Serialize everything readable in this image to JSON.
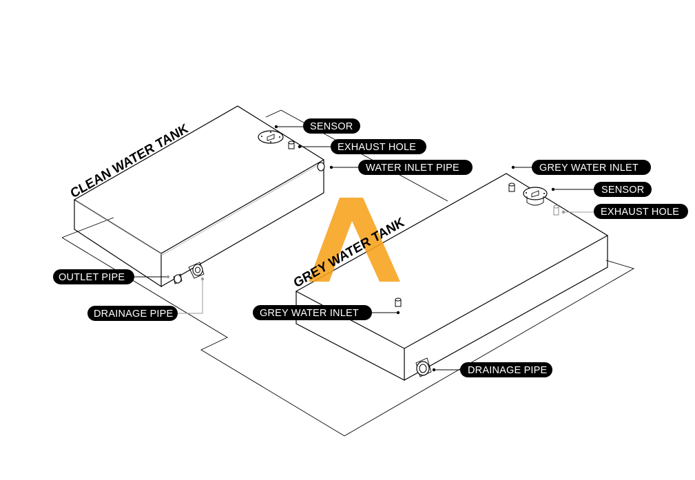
{
  "tanks": {
    "clean": {
      "title": "CLEAN WATER TANK"
    },
    "grey": {
      "title": "GREY WATER TANK"
    }
  },
  "labels": {
    "sensor_1": "SENSOR",
    "exhaust_1": "EXHAUST HOLE",
    "water_inlet_pipe": "WATER INLET PIPE",
    "outlet_pipe": "OUTLET PIPE",
    "drainage_1": "DRAINAGE PIPE",
    "grey_inlet_top": "GREY WATER INLET",
    "sensor_2": "SENSOR",
    "exhaust_2": "EXHAUST HOLE",
    "grey_inlet_left": "GREY WATER INLET",
    "drainage_2": "DRAINAGE PIPE"
  },
  "colors": {
    "watermark": "#F7A21B",
    "pill": "#000000",
    "pill_text": "#FFFFFF"
  },
  "watermark": {
    "shape": "letter-A-logo"
  }
}
